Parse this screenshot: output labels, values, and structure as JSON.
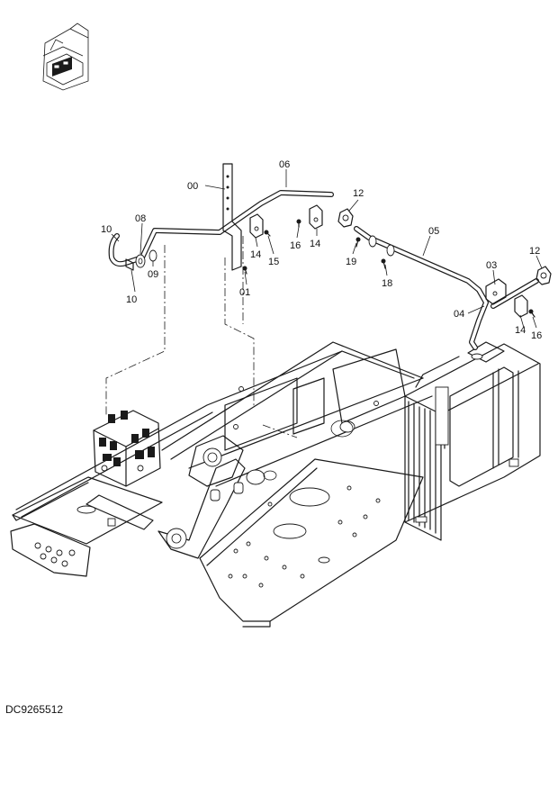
{
  "drawing_id": "DC9265512",
  "callouts": {
    "c00": "00",
    "c06": "06",
    "c12a": "12",
    "c05": "05",
    "c12b": "12",
    "c03": "03",
    "c04": "04",
    "c16a": "16",
    "c14a": "14",
    "c15": "15",
    "c16b": "16",
    "c14b": "14",
    "c01": "01",
    "c19": "19",
    "c18": "18",
    "c10a": "10",
    "c08": "08",
    "c09": "09",
    "c10b": "10",
    "c14c": "14"
  },
  "icons": {
    "locator": "machine-locator-icon"
  }
}
